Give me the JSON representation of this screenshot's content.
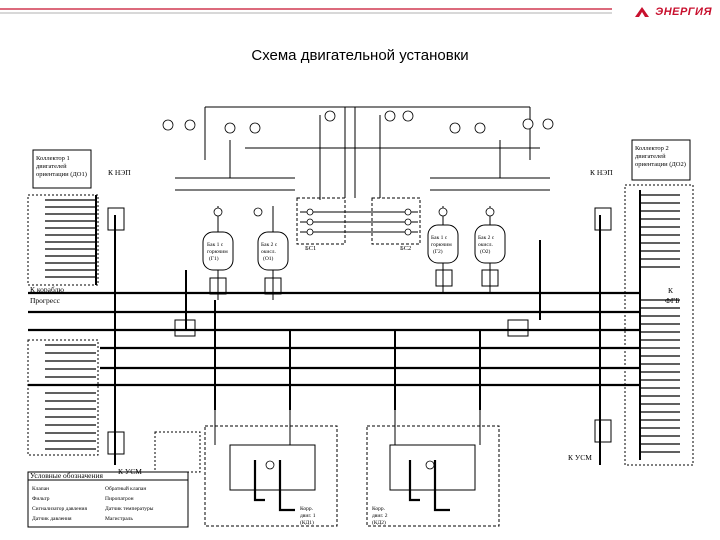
{
  "header": {
    "title": "Схема двигательной установки",
    "logo_text": "ЭНЕРГИЯ",
    "brand_color": "#c8102e"
  },
  "labels": {
    "collector_left": "Коллектор 1 двигателей ориентации (ДО1)",
    "collector_right": "Коллектор 2 двигателей ориентации (ДО2)",
    "k_nep_left": "К НЭП",
    "k_nep_right": "К НЭП",
    "k_progress": "К кораблю Прогресс",
    "k_fgb": "К ФГБ",
    "k_usm_left": "К УСМ",
    "k_usm_right": "К УСМ",
    "tank1_left": "Бак 1 с горючим (Г1)",
    "tank2_left": "Бак 2 с окислителем (О1)",
    "tank1_right": "Бак 1 с горючим (Г2)",
    "tank2_right": "Бак 2 с окислителем (О2)",
    "bs1": "БС1",
    "bs2": "БС2",
    "kd1": "Корректирующий двигатель 1 (КД1)",
    "kd2": "Корректирующий двигатель 2 (КД2)",
    "legend_title": "Условные обозначения",
    "legend_items": [
      "Клапан",
      "Фильтр",
      "Сигнализатор давления",
      "Датчик давления",
      "Обратный клапан",
      "Пиропатрон",
      "Датчик температуры",
      "Магистраль"
    ]
  }
}
